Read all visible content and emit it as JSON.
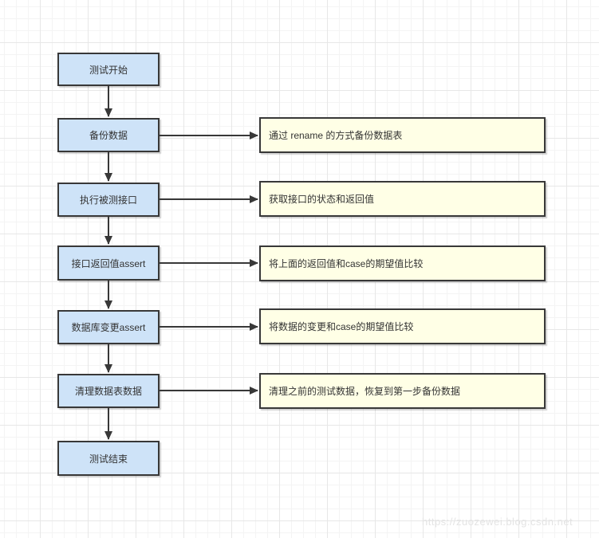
{
  "diagram": {
    "nodes": [
      {
        "id": "start",
        "label": "测试开始"
      },
      {
        "id": "backup",
        "label": "备份数据"
      },
      {
        "id": "execute",
        "label": "执行被测接口"
      },
      {
        "id": "assert_response",
        "label": "接口返回值assert"
      },
      {
        "id": "assert_db",
        "label": "数据库变更assert"
      },
      {
        "id": "cleanup",
        "label": "清理数据表数据"
      },
      {
        "id": "end",
        "label": "测试结束"
      }
    ],
    "notes": [
      {
        "label": "通过 rename 的方式备份数据表"
      },
      {
        "label": "获取接口的状态和返回值"
      },
      {
        "label": "将上面的返回值和case的期望值比较"
      },
      {
        "label": "将数据的变更和case的期望值比较"
      },
      {
        "label": "清理之前的测试数据，恢复到第一步备份数据"
      }
    ],
    "colors": {
      "node_fill": "#cee3f8",
      "note_fill": "#ffffe6",
      "stroke": "#383838",
      "grid_minor": "#f4f4f4",
      "grid_major": "#e7e7e7"
    }
  },
  "watermark": {
    "text": "https://zuozewei.blog.csdn.net"
  }
}
